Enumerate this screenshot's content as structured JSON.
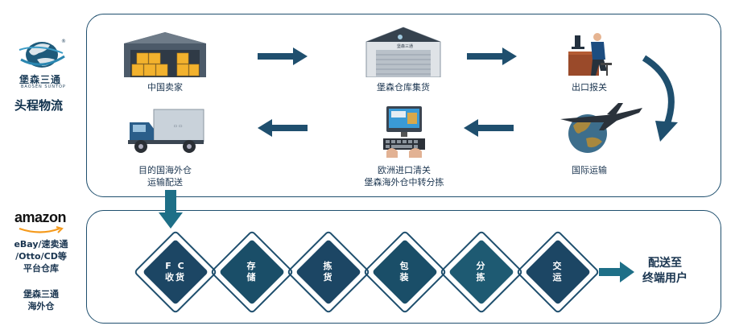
{
  "brand": {
    "logo_cn": "堡森三通",
    "logo_en": "BAOSEN SUNTOP",
    "registered_mark": "®",
    "headline": "头程物流"
  },
  "left_labels": {
    "amazon": "amazon",
    "platforms": [
      "eBay/速卖通",
      "/Otto/CD等",
      "平台仓库"
    ],
    "overseas": [
      "堡森三通",
      "海外仓"
    ]
  },
  "flow_top": [
    {
      "id": "seller",
      "icon": "warehouse-boxes-icon",
      "caption": [
        "中国卖家"
      ]
    },
    {
      "id": "consolidation",
      "icon": "warehouse-building-icon",
      "caption": [
        "堡森仓库集货"
      ],
      "building_text": "堡森三通"
    },
    {
      "id": "customs_export",
      "icon": "office-worker-icon",
      "caption": [
        "出口报关"
      ]
    },
    {
      "id": "intl_transport",
      "icon": "airplane-globe-icon",
      "caption": [
        "国际运输"
      ]
    },
    {
      "id": "eu_clearance",
      "icon": "computer-keyboard-icon",
      "caption": [
        "欧洲进口清关",
        "堡森海外仓中转分拣"
      ]
    },
    {
      "id": "delivery",
      "icon": "delivery-truck-icon",
      "caption": [
        "目的国海外仓",
        "运输配送"
      ]
    }
  ],
  "steps": [
    {
      "lines": [
        "F C",
        "收货"
      ],
      "color": "#1c4664"
    },
    {
      "lines": [
        "存",
        "储"
      ],
      "color": "#1a4e68"
    },
    {
      "lines": [
        "拣",
        "货"
      ],
      "color": "#1c4664"
    },
    {
      "lines": [
        "包",
        "装"
      ],
      "color": "#1a4e68"
    },
    {
      "lines": [
        "分",
        "拣"
      ],
      "color": "#1e5a72"
    },
    {
      "lines": [
        "交",
        "运"
      ],
      "color": "#1c4664"
    }
  ],
  "final_text": [
    "配送至",
    "终端用户"
  ],
  "colors": {
    "navy": "#1c4664",
    "arrow": "#1f4f6e",
    "teal": "#1e6f87",
    "box": "#f2b22e"
  }
}
